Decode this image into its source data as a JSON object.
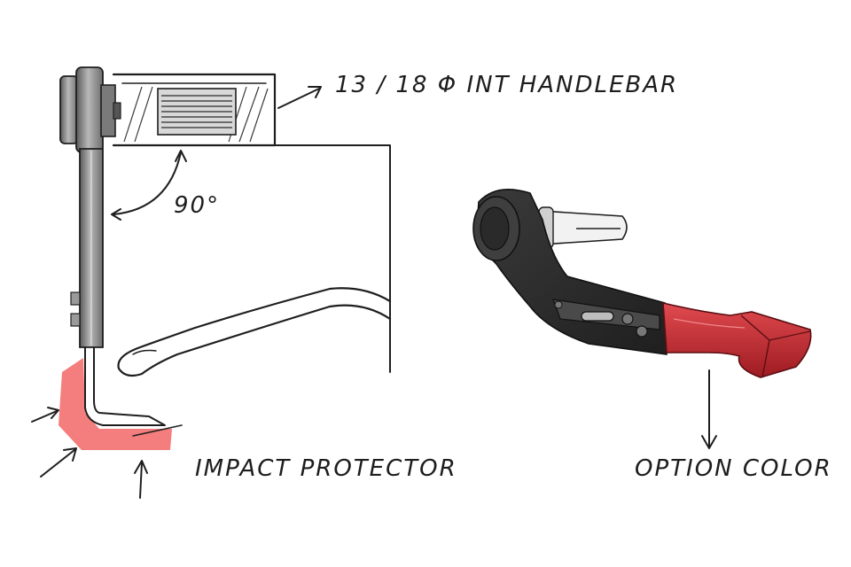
{
  "labels": {
    "handlebar": "13 / 18 Φ INT HANDLEBAR",
    "angle": "90°",
    "impact_protector": "IMPACT PROTECTOR",
    "option_color": "OPTION COLOR"
  },
  "colors": {
    "ink": "#1e1e1e",
    "protector_pink": "#f47d7d",
    "option_red": "#c8282e",
    "dark_part": "#2e2e2e",
    "metal_grey": "#8c8c8c"
  }
}
